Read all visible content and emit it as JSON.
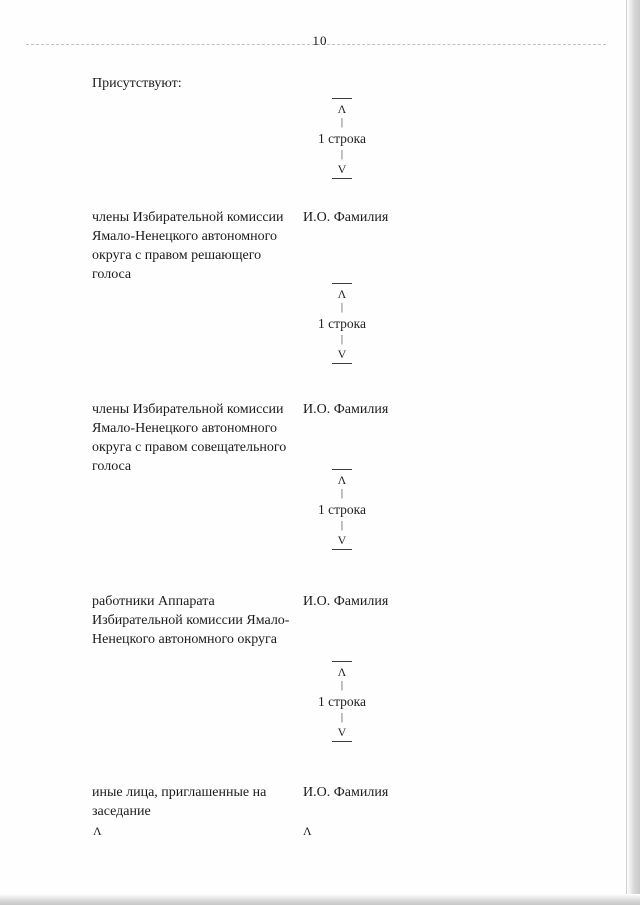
{
  "page_number": "10",
  "heading": "Присутствуют:",
  "spacer": {
    "up_arrow": "Λ",
    "bar": "|",
    "label": "1 строка",
    "down_arrow": "V"
  },
  "entries": [
    {
      "role": "члены Избирательной комиссии Ямало-Ненецкого автономного округа с правом решающего голоса",
      "name": "И.О. Фамилия"
    },
    {
      "role": "члены Избирательной комиссии Ямало-Ненецкого автономного округа с правом совещательного голоса",
      "name": "И.О. Фамилия"
    },
    {
      "role": "работники Аппарата Избирательной комиссии Ямало-Ненецкого автономного округа",
      "name": "И.О. Фамилия"
    },
    {
      "role": "иные лица, приглашенные на заседание",
      "name": "И.О. Фамилия"
    }
  ],
  "bottom_markers": {
    "left_caret": "Λ",
    "right_caret": "Λ"
  }
}
